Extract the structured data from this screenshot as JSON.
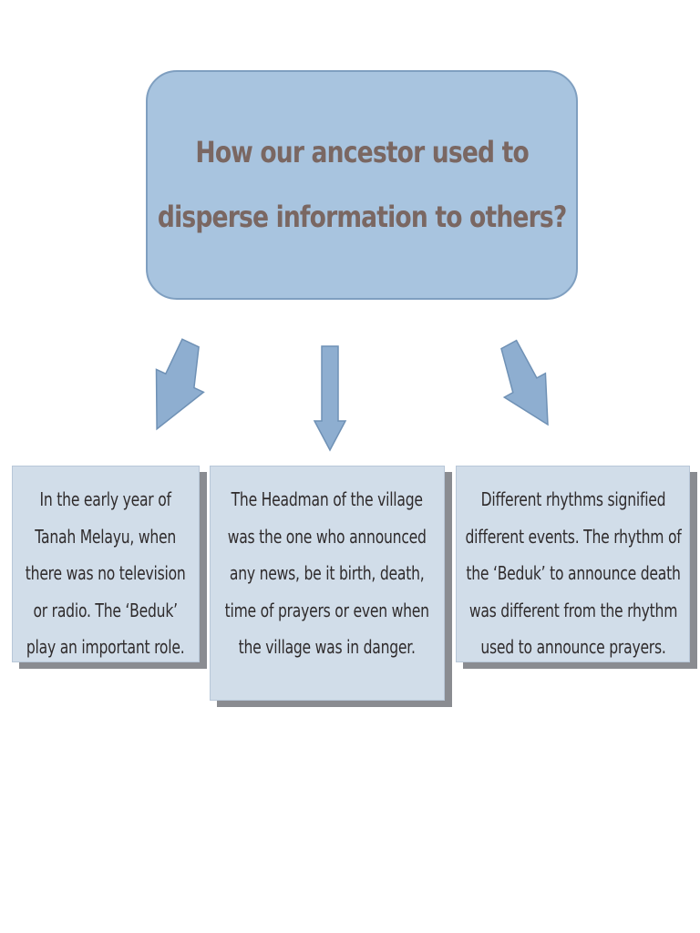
{
  "title": {
    "line1": "How our ancestor used to",
    "line2": "disperse information to others?"
  },
  "boxes": [
    {
      "lines": [
        "In the early year of",
        "Tanah Melayu, when",
        "there was no television",
        "or radio. The ‘Beduk’",
        "play an important role."
      ]
    },
    {
      "lines": [
        "The Headman of the village",
        "was the one who announced",
        "any news, be it birth, death,",
        "time of prayers or even when",
        "the village was in danger."
      ]
    },
    {
      "lines": [
        "Different rhythms signified",
        "different events. The rhythm of",
        "the ‘Beduk’ to announce death",
        "was different from the rhythm",
        "used to announce prayers."
      ]
    }
  ],
  "colors": {
    "title_fill": "#a8c4df",
    "title_text": "#7a6762",
    "box_fill": "#d1dde9",
    "box_shadow": "#8a8c91",
    "arrow_fill": "#8eaed0"
  }
}
